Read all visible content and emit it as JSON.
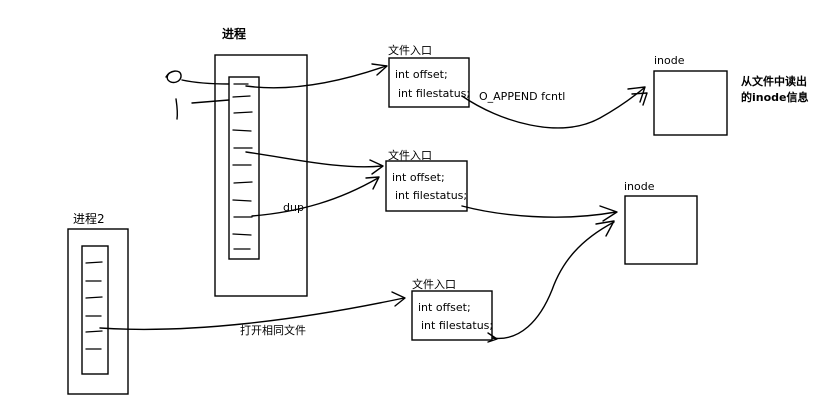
{
  "process1": {
    "label": "进程"
  },
  "process2": {
    "label": "进程2"
  },
  "fd_labels": {
    "zero": "0",
    "one": "1"
  },
  "file_entries": [
    {
      "title": "文件入口",
      "line1": "int offset;",
      "line2": "int filestatus;"
    },
    {
      "title": "文件入口",
      "line1": "int offset;",
      "line2": "int filestatus;"
    },
    {
      "title": "文件入口",
      "line1": "int offset;",
      "line2": "int filestatus;"
    }
  ],
  "inodes": [
    {
      "label": "inode"
    },
    {
      "label": "inode"
    }
  ],
  "annotations": {
    "append": "O_APPEND fcntl",
    "read_from_file_line1": "从文件中读出",
    "read_from_file_line2": "的inode信息",
    "dup": "dup",
    "open_same_file": "打开相同文件"
  }
}
